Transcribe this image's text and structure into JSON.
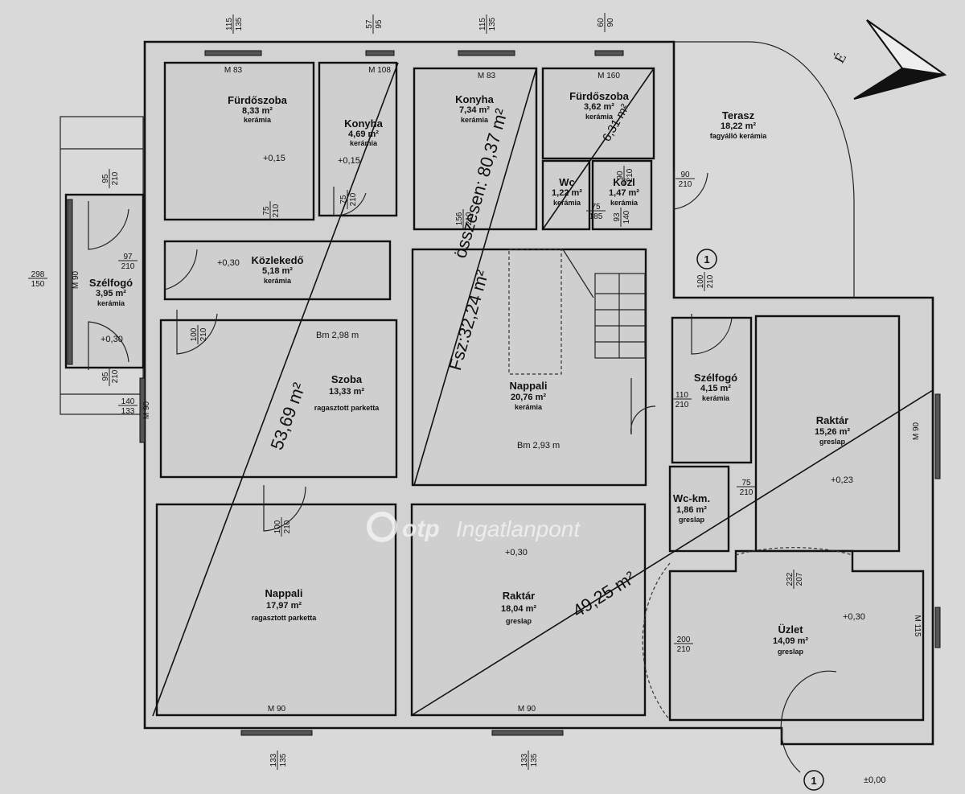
{
  "plan": {
    "watermark": {
      "brand": "otp",
      "text": "Ingatlanpont"
    },
    "compass": {
      "label": "É"
    },
    "totals": {
      "overall": "összesen: 80,37 m²",
      "ground_floor": "Fsz:32,24 m²",
      "left_unit": "53,69 m²",
      "right_unit": "49,25 m²",
      "bath_unit": "6,31 m²"
    },
    "rooms": [
      {
        "name": "Fürdőszoba",
        "area": "8,33 m²",
        "material": "kerámia"
      },
      {
        "name": "Konyha",
        "area": "4,69 m²",
        "material": "kerámia"
      },
      {
        "name": "Konyha",
        "area": "7,34 m²",
        "material": "kerámia"
      },
      {
        "name": "Fürdőszoba",
        "area": "3,62 m²",
        "material": "kerámia"
      },
      {
        "name": "Wc",
        "area": "1,22 m²",
        "material": "kerámia"
      },
      {
        "name": "Közl",
        "area": "1,47 m²",
        "material": "kerámia"
      },
      {
        "name": "Terasz",
        "area": "18,22 m²",
        "material": "fagyálló kerámia"
      },
      {
        "name": "Közlekedő",
        "area": "5,18 m²",
        "material": "kerámia"
      },
      {
        "name": "Szélfogó",
        "area": "3,95 m²",
        "material": "kerámia"
      },
      {
        "name": "Szoba",
        "area": "13,33 m²",
        "material": "ragasztott parketta"
      },
      {
        "name": "Nappali",
        "area": "20,76 m²",
        "material": "kerámia"
      },
      {
        "name": "Szélfogó",
        "area": "4,15 m²",
        "material": "kerámia"
      },
      {
        "name": "Raktár",
        "area": "15,26 m²",
        "material": "greslap"
      },
      {
        "name": "Wc-km.",
        "area": "1,86 m²",
        "material": "greslap"
      },
      {
        "name": "Nappali",
        "area": "17,97 m²",
        "material": "ragasztott parketta"
      },
      {
        "name": "Raktár",
        "area": "18,04 m²",
        "material": "greslap"
      },
      {
        "name": "Üzlet",
        "area": "14,09 m²",
        "material": "greslap"
      }
    ],
    "heights": {
      "szoba": "Bm 2,98 m",
      "nappali": "Bm 2,93 m"
    },
    "levels": {
      "furdo": "+0,15",
      "konyha": "+0,15",
      "kozlekedo": "+0,30",
      "szelfogo": "+0,30",
      "raktar_right": "+0,23",
      "raktar_mid": "+0,30",
      "uzlet": "+0,30",
      "entrance": "±0,00"
    },
    "window_labels": {
      "w1": "M 83",
      "w2": "M 108",
      "w3": "M 83",
      "w4": "M 160",
      "w5": "M 90",
      "w6": "M 90",
      "w7": "M 90",
      "w8": "M 90",
      "w9": "M 115",
      "w10": "M 90"
    },
    "dimensions": {
      "top1": [
        "115",
        "135"
      ],
      "top2": [
        "57",
        "95"
      ],
      "top3": [
        "115",
        "135"
      ],
      "top4": [
        "60",
        "90"
      ],
      "d_75_210a": [
        "75",
        "210"
      ],
      "d_75_210b": [
        "75",
        "210"
      ],
      "d_156_210": [
        "156",
        "210"
      ],
      "d_90_210_terr": [
        "90",
        "210"
      ],
      "d_90_210_kozl": [
        "90",
        "210"
      ],
      "d_75_185": [
        "75",
        "185"
      ],
      "d_93_140": [
        "93",
        "140"
      ],
      "d_97_210": [
        "97",
        "210"
      ],
      "d_298_150": [
        "298",
        "150"
      ],
      "d_95_210a": [
        "95",
        "210"
      ],
      "d_95_210b": [
        "95",
        "210"
      ],
      "d_140_133": [
        "140",
        "133"
      ],
      "d_100_210a": [
        "100",
        "210"
      ],
      "d_100_210b": [
        "100",
        "210"
      ],
      "d_100_210c": [
        "100",
        "210"
      ],
      "d_110_210": [
        "110",
        "210"
      ],
      "d_75_210c": [
        "75",
        "210"
      ],
      "d_232_207": [
        "232",
        "207"
      ],
      "d_200_210": [
        "200",
        "210"
      ],
      "bot1": [
        "133",
        "135"
      ],
      "bot2": [
        "133",
        "135"
      ]
    },
    "markers": {
      "entry_a": "1",
      "entry_b": "1"
    }
  }
}
